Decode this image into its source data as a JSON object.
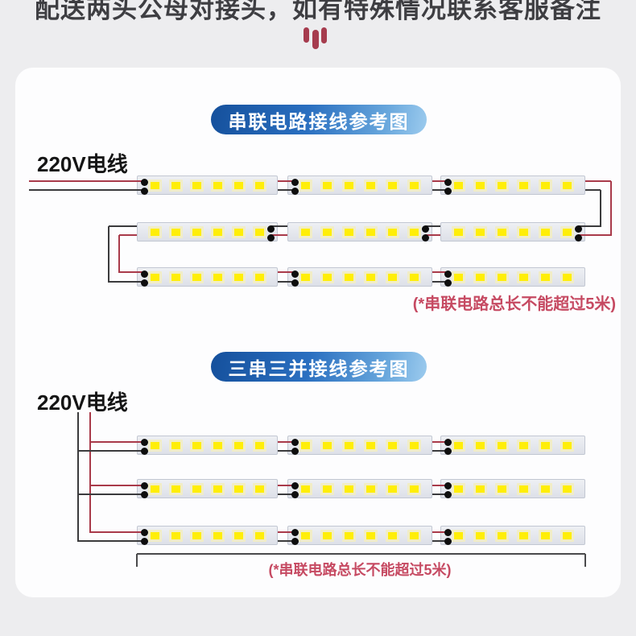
{
  "header": {
    "note": "配送两头公母对接头，如有特殊情况联系客服备注",
    "divider_icon": "red-bars-divider-icon"
  },
  "colors": {
    "accent_red": "#a63c4e",
    "wire_red": "#a93a4a",
    "wire_black": "#3b3b3d",
    "note_red": "#c64a62",
    "badge_blue_dark": "#15509c",
    "badge_blue_light": "#9ccbee",
    "led_yellow": "#ffee07",
    "dot_black": "#0e0e0e",
    "bracket_gray": "#4a4a4c"
  },
  "diagrams": {
    "series": {
      "title": "串联电路接线参考图",
      "voltage_label": "220V电线",
      "note": "(*串联电路总长不能超过5米)",
      "rows": 3,
      "strips_per_row": 3,
      "leds_per_strip": 6
    },
    "parallel": {
      "title": "三串三并接线参考图",
      "voltage_label": "220V电线",
      "note": "(*串联电路总长不能超过5米)",
      "rows": 3,
      "strips_per_row": 3,
      "leds_per_strip": 6
    }
  }
}
